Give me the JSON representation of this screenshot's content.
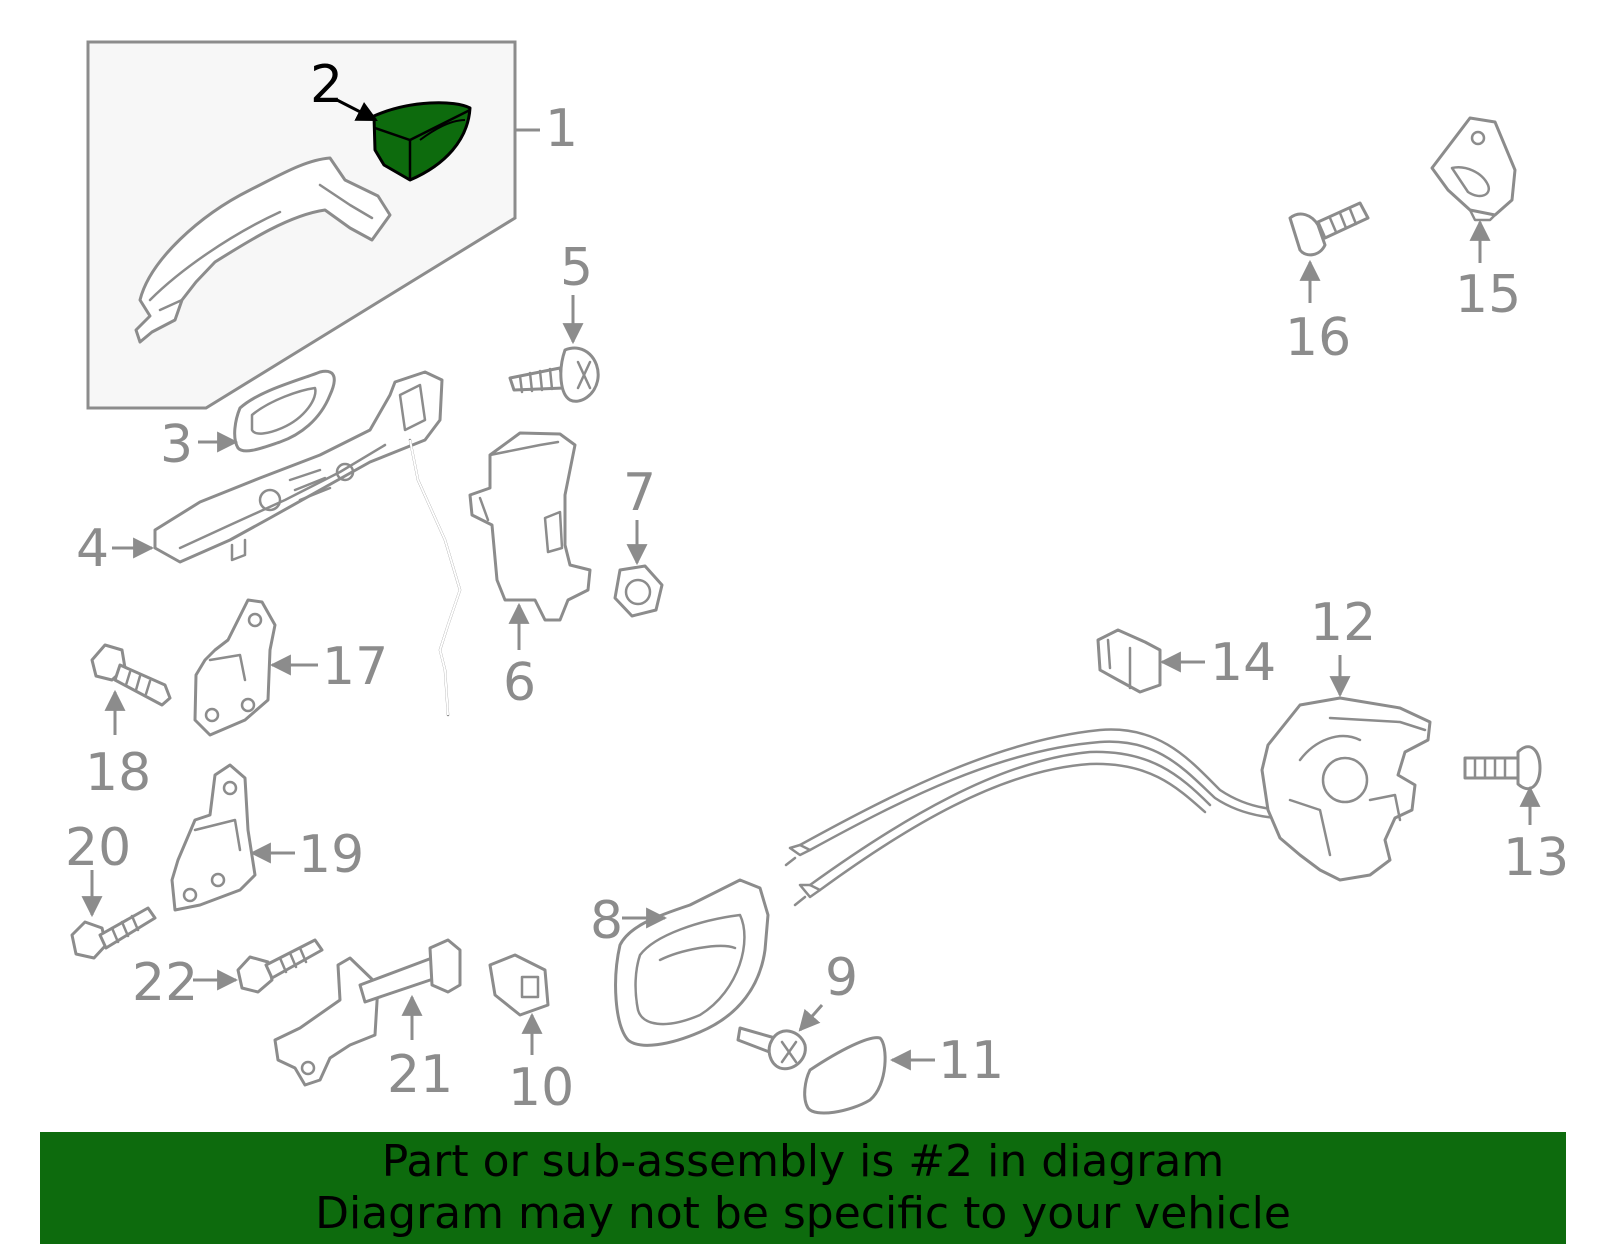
{
  "diagram": {
    "highlight_color": "#0d6b0d",
    "highlighted_part": "2",
    "callouts": {
      "c1": "1",
      "c2": "2",
      "c3": "3",
      "c4": "4",
      "c5": "5",
      "c6": "6",
      "c7": "7",
      "c8": "8",
      "c9": "9",
      "c10": "10",
      "c11": "11",
      "c12": "12",
      "c13": "13",
      "c14": "14",
      "c15": "15",
      "c16": "16",
      "c17": "17",
      "c18": "18",
      "c19": "19",
      "c20": "20",
      "c21": "21",
      "c22": "22"
    }
  },
  "banner": {
    "background": "#0d6b0d",
    "line1": "Part or sub-assembly is #2 in diagram",
    "line2": "Diagram may not be specific to your vehicle"
  }
}
